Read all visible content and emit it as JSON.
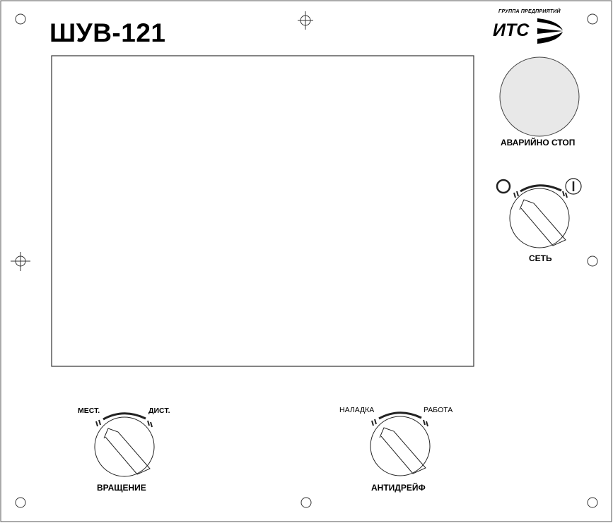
{
  "device": {
    "model": "ШУВ-121"
  },
  "logo": {
    "group_text": "ГРУППА ПРЕДПРИЯТИЙ",
    "brand": "ИТС"
  },
  "emergency": {
    "label": "АВАРИЙНО СТОП",
    "button_color": "#e8e8e8"
  },
  "power_switch": {
    "label": "СЕТЬ",
    "off_symbol": "O",
    "on_symbol": "I",
    "icon": "rotary-knob"
  },
  "rotation_switch": {
    "label": "ВРАЩЕНИЕ",
    "left_position": "МЕСТ.",
    "right_position": "ДИСТ.",
    "icon": "rotary-knob"
  },
  "antidrift_switch": {
    "label": "АНТИДРЕЙФ",
    "left_position": "НАЛАДКА",
    "right_position": "РАБОТА",
    "icon": "rotary-knob"
  },
  "colors": {
    "line": "#333333",
    "background": "#ffffff"
  }
}
